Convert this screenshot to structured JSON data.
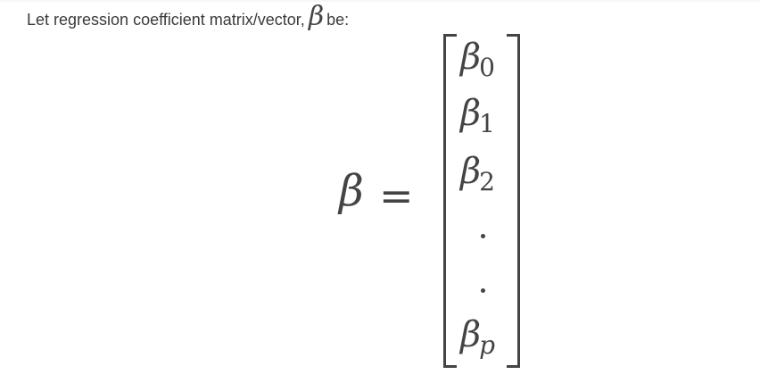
{
  "intro": {
    "text": "Let regression coefficient matrix/vector,",
    "symbol": "β",
    "suffix": "be:"
  },
  "equation": {
    "lhs": "β",
    "operator": "=",
    "entries": [
      {
        "symbol": "β",
        "subscript": "0"
      },
      {
        "symbol": "β",
        "subscript": "1"
      },
      {
        "symbol": "β",
        "subscript": "2"
      },
      {
        "symbol": "β",
        "subscript": "p"
      }
    ]
  }
}
